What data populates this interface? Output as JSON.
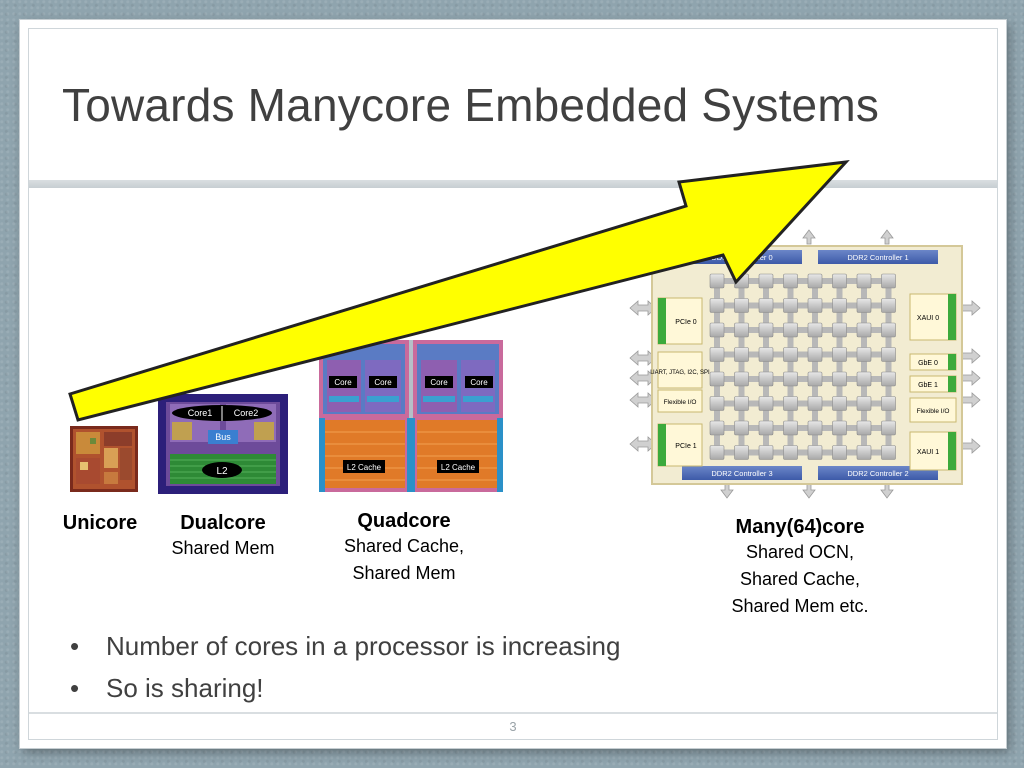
{
  "slide": {
    "title": "Towards Manycore Embedded Systems",
    "page_number": "3"
  },
  "processors": [
    {
      "name": "Unicore",
      "details": []
    },
    {
      "name": "Dualcore",
      "details": [
        "Shared Mem"
      ]
    },
    {
      "name": "Quadcore",
      "details": [
        "Shared Cache,",
        "Shared Mem"
      ]
    },
    {
      "name": "Many(64)core",
      "details": [
        "Shared OCN,",
        "Shared Cache,",
        "Shared Mem etc."
      ]
    }
  ],
  "dualcore_die": {
    "core_labels": [
      "Core1",
      "Core2"
    ],
    "bus_label": "Bus",
    "cache_label": "L2"
  },
  "quadcore_die": {
    "core_labels": [
      "Core",
      "Core",
      "Core",
      "Core"
    ],
    "cache_labels": [
      "L2 Cache",
      "L2 Cache"
    ]
  },
  "manycore_die": {
    "controllers_top": [
      "DDR2 Controller 0",
      "DDR2 Controller 1"
    ],
    "controllers_bottom": [
      "DDR2 Controller 3",
      "DDR2 Controller 2"
    ],
    "left_blocks": [
      "PCIe 0",
      "UART, JTAG, I2C, SPI",
      "Flexible I/O",
      "PCIe 1"
    ],
    "right_blocks": [
      "XAUI 0",
      "GbE 0",
      "GbE 1",
      "Flexible I/O",
      "XAUI 1"
    ],
    "grid_size": 8
  },
  "bullets": [
    "Number of cores in a processor is increasing",
    "So is sharing!"
  ],
  "colors": {
    "arrow_fill": "#ffff00",
    "arrow_stroke": "#222222",
    "die_blue": "#4a66b0",
    "manycore_bg": "#f2ecd2"
  },
  "icons": {
    "bullet": "•"
  }
}
